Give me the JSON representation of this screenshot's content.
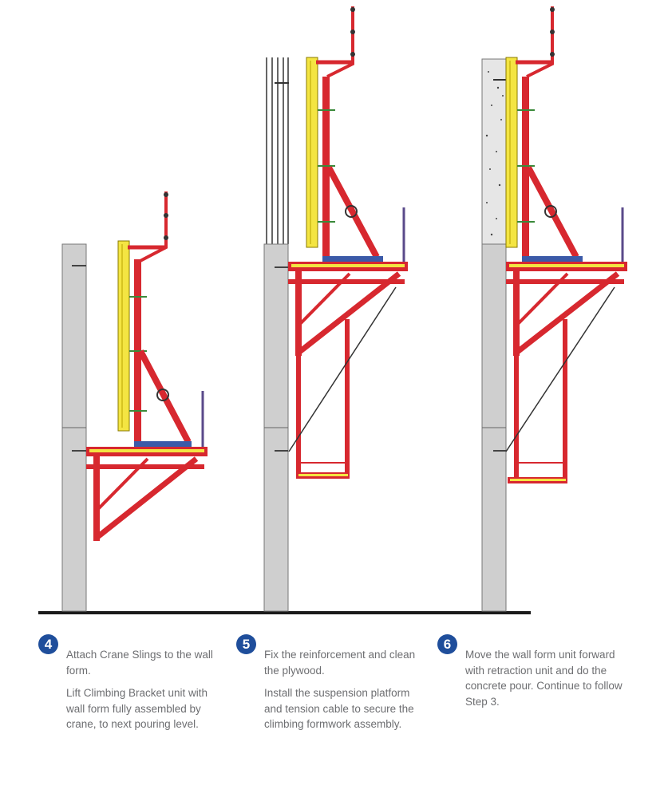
{
  "colors": {
    "accent": "#1f4e9b",
    "text": "#6d6e71",
    "frame_red": "#d7282f",
    "form_yellow": "#f4e542",
    "wall_gray": "#cfcfcf",
    "base_blue": "#3b5aa8"
  },
  "steps": [
    {
      "number": "4",
      "paragraphs": [
        "Attach Crane Slings to the wall form.",
        "Lift Climbing Bracket unit with wall form fully assembled by crane, to next pouring level."
      ]
    },
    {
      "number": "5",
      "paragraphs": [
        "Fix the reinforcement and clean the plywood.",
        "Install the suspension platform and tension cable to secure the climbing formwork assembly."
      ]
    },
    {
      "number": "6",
      "paragraphs": [
        "Move the wall form unit forward with retraction unit and do the concrete pour. Continue to follow Step 3."
      ]
    }
  ]
}
